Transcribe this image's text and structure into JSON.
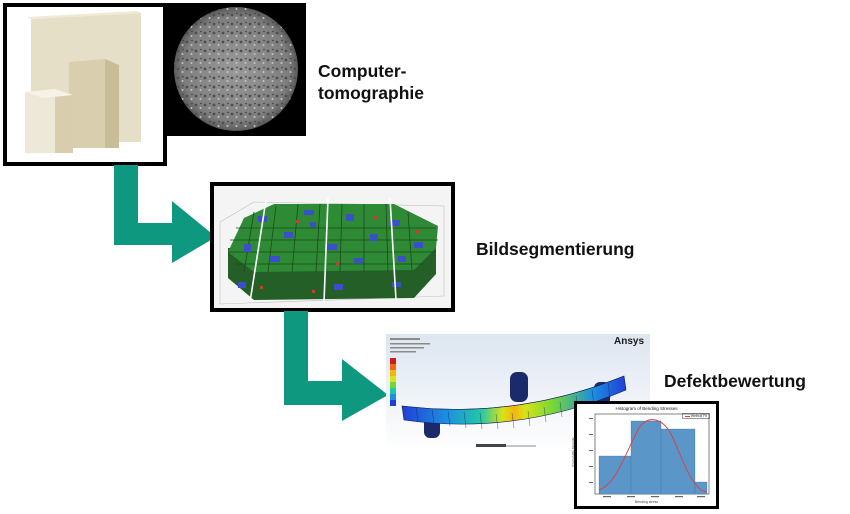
{
  "steps": [
    {
      "label_line1": "Computer-",
      "label_line2": "tomographie"
    },
    {
      "label": "Bildsegmentierung"
    },
    {
      "label": "Defektbewertung"
    }
  ],
  "fea": {
    "brand": "Ansys",
    "histogram_title": "Histogram of Bending Stresses",
    "histogram_ylabel": "Probability Density",
    "histogram_xlabel": "Bending stress",
    "histogram_legend": "Weibull Fit"
  },
  "colors": {
    "arrow": "#0e9880",
    "segment_green": "#2c7a32",
    "segment_blue": "#3b4fc8",
    "hist_bar": "#5b96c8",
    "fit_line": "#e23a3a"
  }
}
